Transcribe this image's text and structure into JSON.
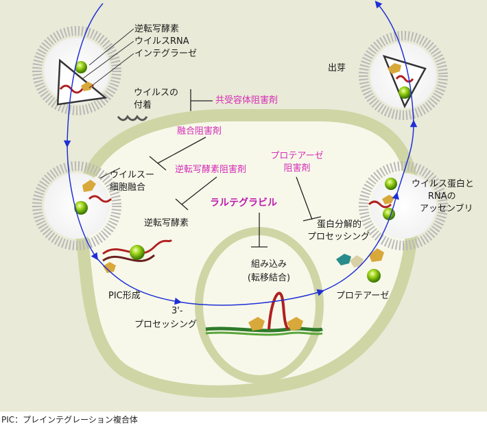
{
  "labels": {
    "rt": "逆転写酵素",
    "rna": "ウイルスRNA",
    "integrase": "インテグラーゼ",
    "attach_l1": "ウイルスの",
    "attach_l2": "付着",
    "coreceptor_inh": "共受容体阻害剤",
    "fusion_inh": "融合阻害剤",
    "cellfusion_l1": "ウイルスー",
    "cellfusion_l2": "細胞融合",
    "rt_inh": "逆転写酵素阻害剤",
    "protease_inh_l1": "プロテアーゼ",
    "protease_inh_l2": "阻害剤",
    "raltegravir": "ラルテグラビル",
    "rt_step": "逆転写酵素",
    "protein_proc_l1": "蛋白分解的",
    "protein_proc_l2": "プロセッシング",
    "integration_l1": "組み込み",
    "integration_l2": "(転移結合)",
    "budding": "出芽",
    "assembly_l1": "ウイルス蛋白と",
    "assembly_l2": "RNAの",
    "assembly_l3": "アッセンブリ",
    "pic": "PIC形成",
    "processing3_l1": "3'-",
    "processing3_l2": "プロセッシング",
    "protease": "プロテアーゼ"
  },
  "footnote": "PIC：プレインテグレーション複合体",
  "colors": {
    "background": "#e9ead7",
    "cell_ring": "#cfd5a4",
    "cell_fill": "#f7f8ea",
    "arrow": "#1f2fd6",
    "inhibitor_text": "#d42bb6",
    "drug_text": "#c01bb0"
  }
}
